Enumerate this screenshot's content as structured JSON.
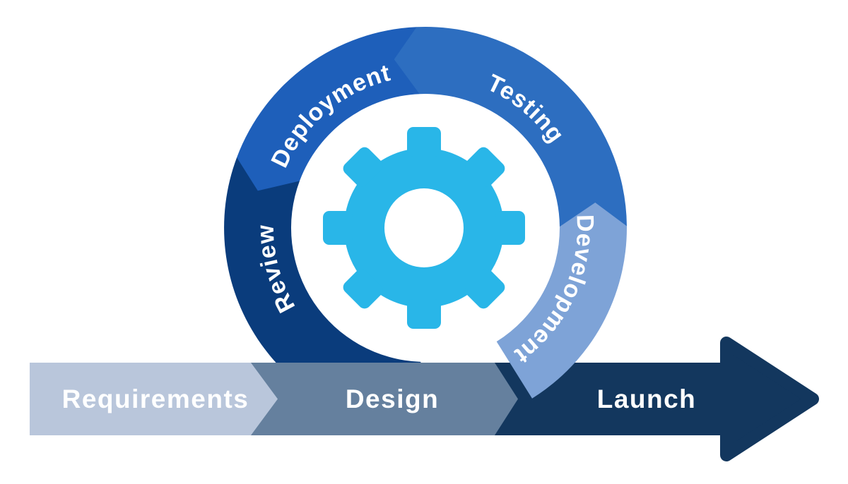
{
  "diagram": {
    "background": "#FFFFFF",
    "text_color": "#FFFFFF",
    "cycle": {
      "segments": [
        {
          "label": "Deployment",
          "color": "#1E5FBA"
        },
        {
          "label": "Testing",
          "color": "#2D6EC0"
        },
        {
          "label": "Development",
          "color": "#7EA3D7"
        },
        {
          "label": "Review",
          "color": "#0A3C7C"
        }
      ]
    },
    "flow": {
      "segments": [
        {
          "label": "Requirements",
          "color": "#B9C6DB"
        },
        {
          "label": "Design",
          "color": "#65809E"
        },
        {
          "label": "Launch",
          "color": "#13375E"
        }
      ]
    },
    "gear": {
      "icon": "gear-icon",
      "color": "#29B6E8"
    }
  }
}
